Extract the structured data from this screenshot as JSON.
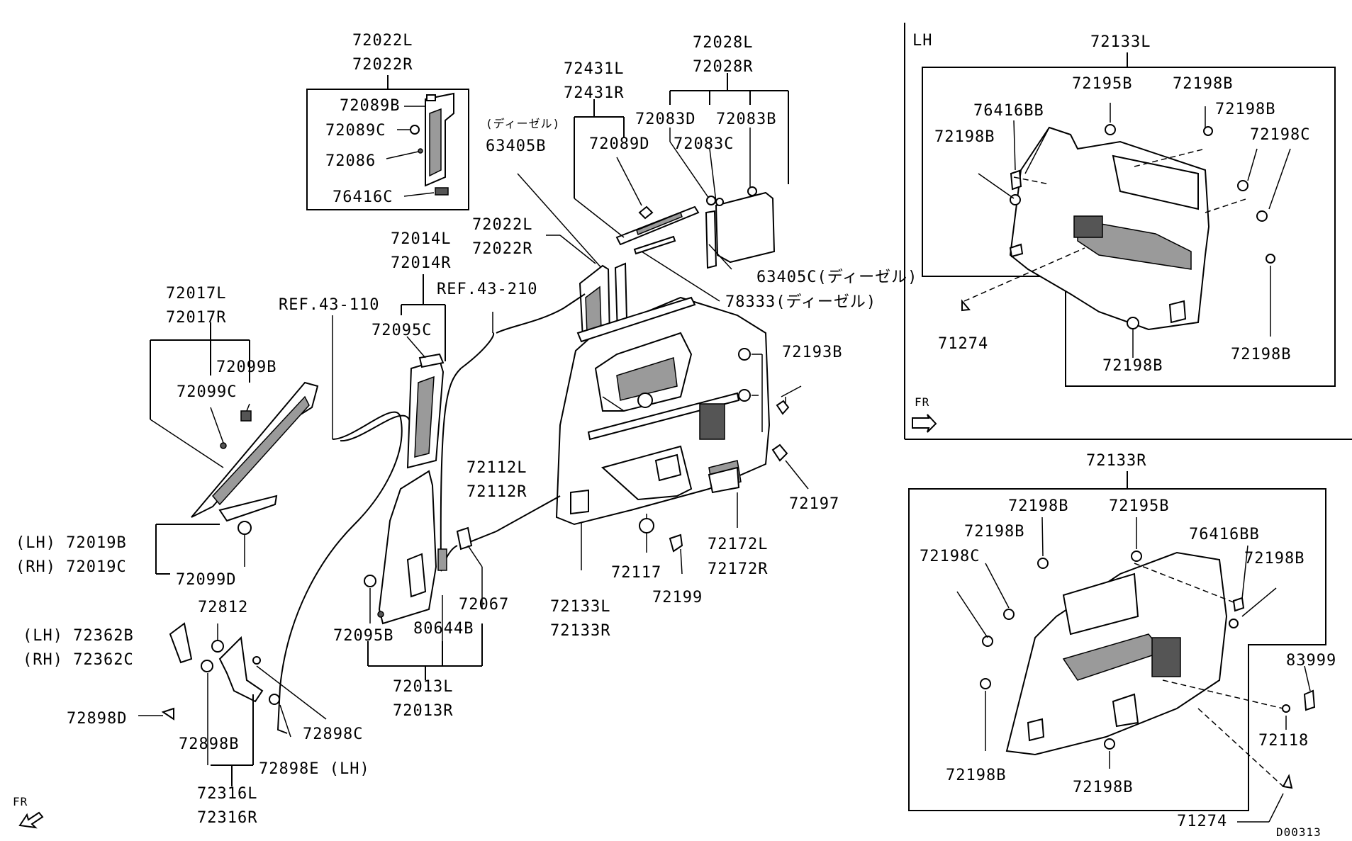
{
  "labels": {
    "p72022L_a": "72022L",
    "p72022R_a": "72022R",
    "p72089B": "72089B",
    "p72089C": "72089C",
    "p72086": "72086",
    "p76416C": "76416C",
    "p72028L": "72028L",
    "p72028R": "72028R",
    "p72431L": "72431L",
    "p72431R": "72431R",
    "diesel1": "(ディーゼル)",
    "p63405B": "63405B",
    "p72083D": "72083D",
    "p72083B": "72083B",
    "p72083C": "72083C",
    "p72089D": "72089D",
    "p72014L": "72014L",
    "p72014R": "72014R",
    "p72022L_b": "72022L",
    "p72022R_b": "72022R",
    "p72017L": "72017L",
    "p72017R": "72017R",
    "ref43110": "REF.43-110",
    "ref43210": "REF.43-210",
    "p72095C": "72095C",
    "p72099B": "72099B",
    "p72099C": "72099C",
    "p63405C": "63405C(ディーゼル)",
    "p78333": "78333(ディーゼル)",
    "p72193B": "72193B",
    "p72112L": "72112L",
    "p72112R": "72112R",
    "p72197": "72197",
    "lh72019B": "(LH) 72019B",
    "rh72019C": "(RH) 72019C",
    "p72099D": "72099D",
    "p72172L": "72172L",
    "p72172R": "72172R",
    "p72117": "72117",
    "p72199": "72199",
    "p72067": "72067",
    "p72812": "72812",
    "lh72362B": "(LH) 72362B",
    "rh72362C": "(RH) 72362C",
    "p72095B": "72095B",
    "p80644B": "80644B",
    "p72133L_main": "72133L",
    "p72133R_main": "72133R",
    "p72013L": "72013L",
    "p72013R": "72013R",
    "p72898D": "72898D",
    "p72898C": "72898C",
    "p72898B": "72898B",
    "p72898E": "72898E (LH)",
    "p72316L": "72316L",
    "p72316R": "72316R",
    "fr1": "FR",
    "lh_box": "LH",
    "lh_72133L": "72133L",
    "lh_72195B": "72195B",
    "lh_72198B_1": "72198B",
    "lh_76416BB": "76416BB",
    "lh_72198B_2": "72198B",
    "lh_72198B_3": "72198B",
    "lh_72198C": "72198C",
    "lh_71274": "71274",
    "lh_72198B_4": "72198B",
    "lh_72198B_5": "72198B",
    "lh_fr": "FR",
    "rh_72133R": "72133R",
    "rh_72198B_1": "72198B",
    "rh_72195B": "72195B",
    "rh_72198B_2": "72198B",
    "rh_76416BB": "76416BB",
    "rh_72198C": "72198C",
    "rh_72198B_3": "72198B",
    "rh_83999": "83999",
    "rh_72118": "72118",
    "rh_72198B_4": "72198B",
    "rh_72198B_5": "72198B",
    "rh_71274": "71274",
    "code": "D00313"
  }
}
